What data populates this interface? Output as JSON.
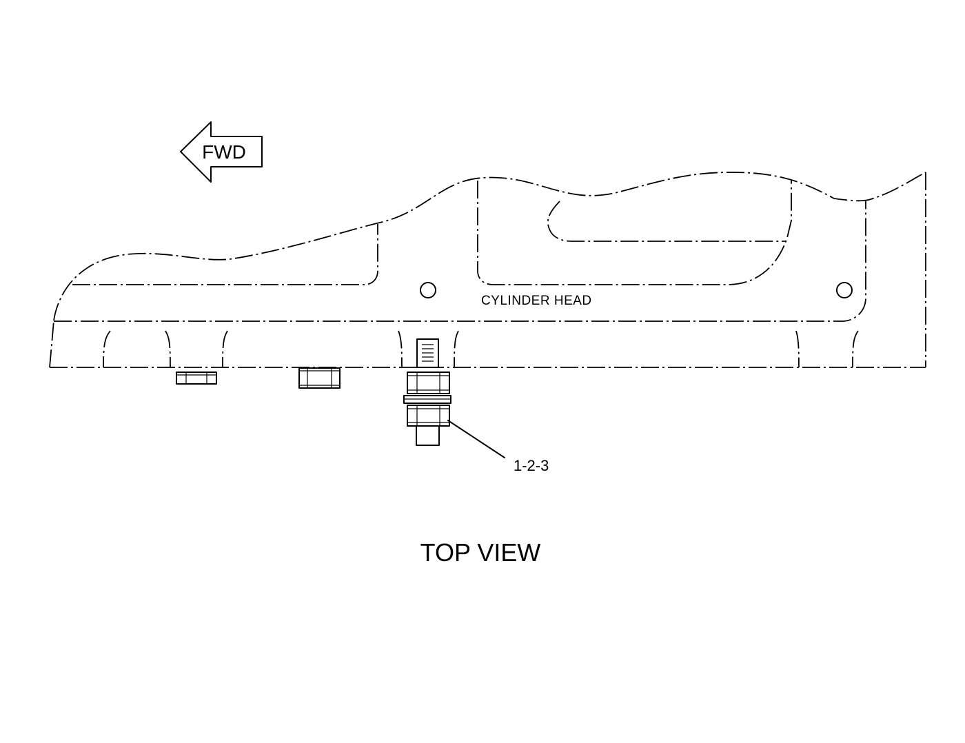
{
  "diagram": {
    "direction_label": "FWD",
    "component_label": "CYLINDER HEAD",
    "callout_label": "1-2-3",
    "view_title": "TOP VIEW",
    "line_color": "#000000",
    "background_color": "#ffffff"
  }
}
